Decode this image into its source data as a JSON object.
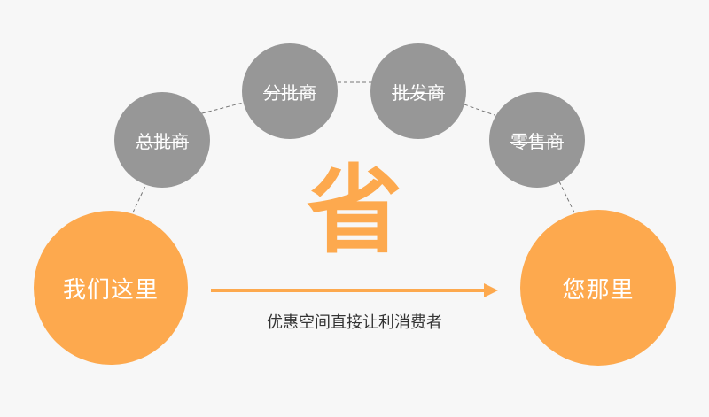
{
  "diagram": {
    "title_char": "省",
    "caption": "优惠空间直接让利消费者",
    "source": {
      "label": "我们这里"
    },
    "target": {
      "label": "您那里"
    },
    "middlemen": [
      {
        "label": "总批商",
        "crossed_out": true
      },
      {
        "label": "分批商",
        "crossed_out": true
      },
      {
        "label": "批发商",
        "crossed_out": true
      },
      {
        "label": "零售商",
        "crossed_out": true
      }
    ],
    "colors": {
      "background": "#f7f7f7",
      "accent_orange": "#fda94e",
      "middleman_gray": "#979797",
      "caption_text": "#333333",
      "dashed_arc": "#777777"
    }
  }
}
